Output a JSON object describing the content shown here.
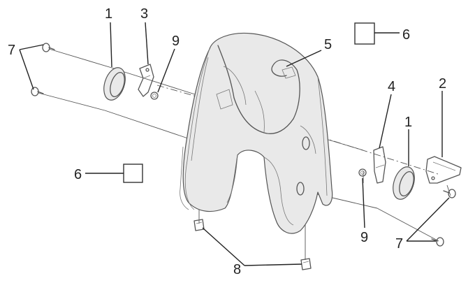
{
  "diagram": {
    "callouts": {
      "c1_left": "1",
      "c3": "3",
      "c9_top": "9",
      "c7_left": "7",
      "c5": "5",
      "c6_top": "6",
      "c6_left": "6",
      "c4": "4",
      "c2": "2",
      "c1_right": "1",
      "c9_bottom": "9",
      "c7_right": "7",
      "c8": "8"
    }
  }
}
